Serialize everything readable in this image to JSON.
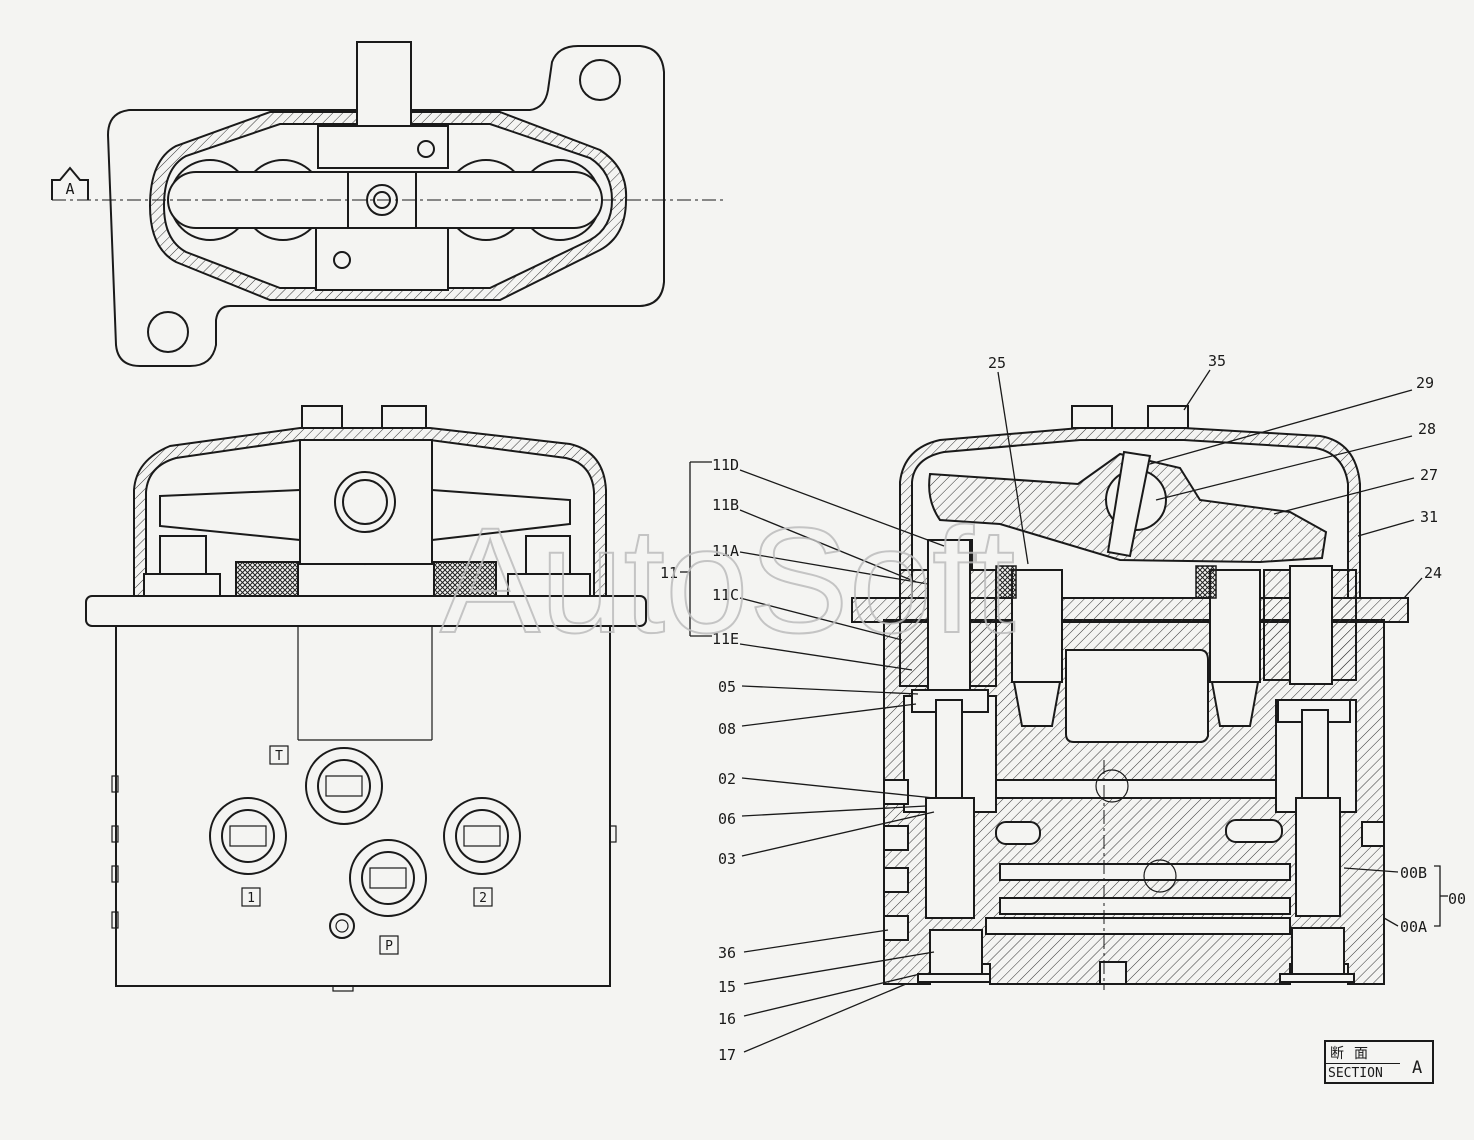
{
  "watermark": "AutoSoft",
  "section_marker": "A",
  "port_labels": {
    "T": "T",
    "one": "1",
    "two": "2",
    "P": "P"
  },
  "callouts": {
    "c25": "25",
    "c35": "35",
    "c29": "29",
    "c28": "28",
    "c27": "27",
    "c31": "31",
    "c24": "24",
    "c11D": "11D",
    "c11B": "11B",
    "c11": "11",
    "c11A": "11A",
    "c11C": "11C",
    "c11E": "11E",
    "c05": "05",
    "c08": "08",
    "c02": "02",
    "c06": "06",
    "c03": "03",
    "c36": "36",
    "c15": "15",
    "c16": "16",
    "c17": "17",
    "c00B": "00B",
    "c00A": "00A",
    "c00": "00"
  },
  "section_box": {
    "jp": "断面",
    "en": "SECTION",
    "letter": "A"
  }
}
